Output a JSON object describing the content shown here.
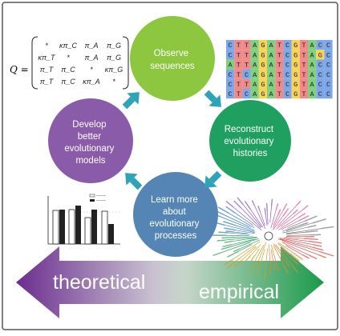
{
  "matrix": {
    "lhs": "Q =",
    "rows": [
      [
        "*",
        "κπ_C",
        "π_A",
        "π_G"
      ],
      [
        "κπ_T",
        "*",
        "π_A",
        "π_G"
      ],
      [
        "π_T",
        "π_C",
        "*",
        "κπ_G"
      ],
      [
        "π_T",
        "π_C",
        "κπ_A",
        "*"
      ]
    ]
  },
  "cycle": {
    "observe": [
      "Observe",
      "sequences"
    ],
    "reconstruct": [
      "Reconstruct",
      "evolutionary",
      "histories"
    ],
    "learn": [
      "Learn more",
      "about",
      "evolutionary",
      "processes"
    ],
    "develop": [
      "Develop",
      "better",
      "evolutionary",
      "models"
    ]
  },
  "alignment": {
    "rows": [
      "CTTAGATCGTACC",
      "CTTAGATCGTAGC",
      "ATTAGATCGTACC",
      "CTCAGATCGTACC",
      "CTTAGATCGTACC",
      "CTCAGATCGTACC"
    ],
    "colors": {
      "A": "#7fd07f",
      "C": "#7ea7e8",
      "G": "#f7d35a",
      "T": "#f08a8a"
    }
  },
  "spectrum": {
    "left_label": "theoretical",
    "right_label": "empirical",
    "left_color": "#6b2d8f",
    "right_color": "#1a9a4a"
  },
  "colors": {
    "observe": "#8dc63f",
    "reconstruct": "#1fa060",
    "learn": "#5485b4",
    "develop": "#8a5ba8",
    "arrow": "#2fa3b8"
  }
}
